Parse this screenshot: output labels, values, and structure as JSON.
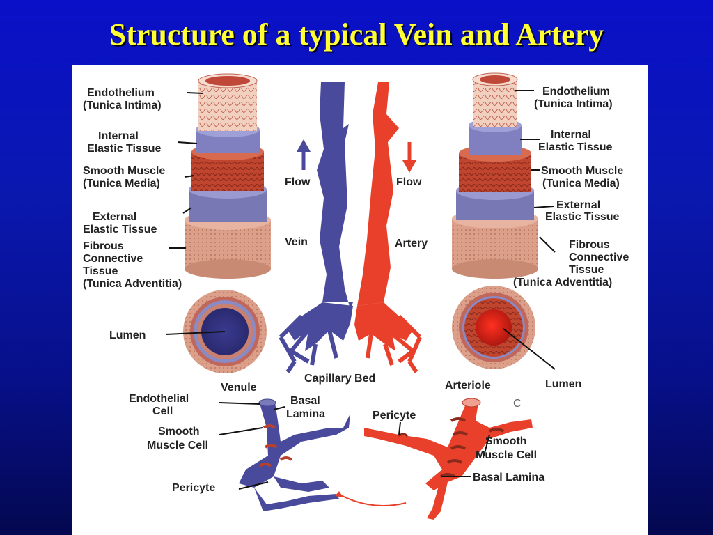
{
  "title": "Structure of a typical Vein and Artery",
  "vein_layers": {
    "endothelium": "Endothelium",
    "endothelium_sub": "(Tunica Intima)",
    "internal": "Internal",
    "internal_sub": "Elastic Tissue",
    "smooth": "Smooth Muscle",
    "smooth_sub": "(Tunica Media)",
    "external": "External",
    "external_sub": "Elastic Tissue",
    "fibrous": "Fibrous",
    "fibrous_2": "Connective",
    "fibrous_3": "Tissue",
    "fibrous_4": "(Tunica Adventitia)",
    "lumen": "Lumen"
  },
  "artery_layers": {
    "endothelium": "Endothelium",
    "endothelium_sub": "(Tunica Intima)",
    "internal": "Internal",
    "internal_sub": "Elastic Tissue",
    "smooth": "Smooth Muscle",
    "smooth_sub": "(Tunica Media)",
    "external": "External",
    "external_sub": "Elastic Tissue",
    "fibrous": "Fibrous",
    "fibrous_2": "Connective",
    "fibrous_3": "Tissue",
    "fibrous_4": "(Tunica Adventitia)",
    "lumen": "Lumen"
  },
  "center": {
    "flow_left": "Flow",
    "flow_right": "Flow",
    "vein": "Vein",
    "artery": "Artery",
    "capillary_bed": "Capillary Bed"
  },
  "micro": {
    "venule": "Venule",
    "arteriole": "Arteriole",
    "endothelial": "Endothelial",
    "endothelial_2": "Cell",
    "basal": "Basal",
    "basal_2": "Lamina",
    "smooth_left": "Smooth",
    "smooth_left_2": "Muscle Cell",
    "pericyte_top": "Pericyte",
    "pericyte_left": "Pericyte",
    "smooth_right": "Smooth",
    "smooth_right_2": "Muscle Cell",
    "basal_right": "Basal Lamina",
    "corner_letter": "C"
  },
  "colors": {
    "vein": "#4a4a9c",
    "artery": "#e8402a",
    "muscle": "#b8402e",
    "elastic": "#7a7ab8",
    "fibrous": "#d9a08a",
    "title": "#ffff33"
  }
}
